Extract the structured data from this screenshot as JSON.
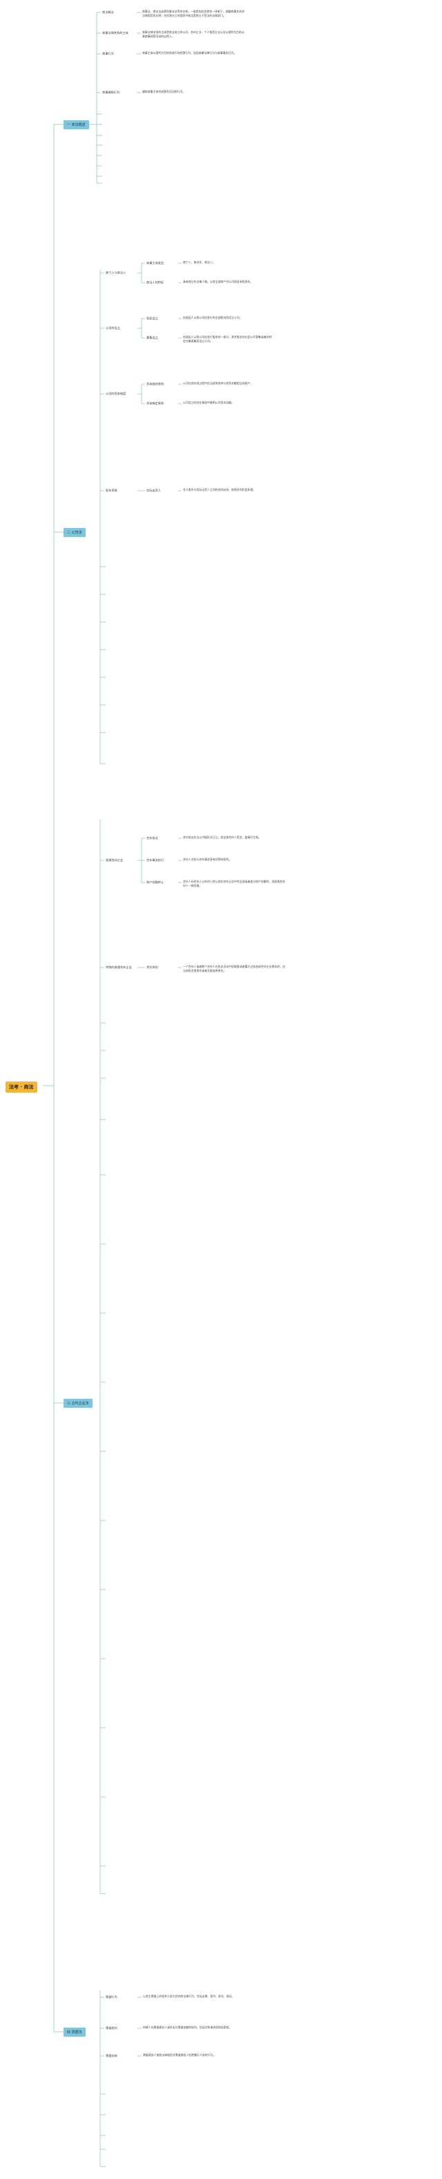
{
  "root": {
    "title": "法考 · 商法",
    "colors": {
      "fill": "#f4b53b",
      "line": "#6fb6a7"
    }
  },
  "chapters": [
    {
      "label": "一 商法概述",
      "color": "#7ec5dd"
    },
    {
      "label": "二 公司法",
      "color": "#7ec5dd"
    },
    {
      "label": "三 合伙企业法",
      "color": "#7ec5dd"
    },
    {
      "label": "四 票据法",
      "color": "#7ec5dd"
    }
  ],
  "ch1": {
    "items": [
      {
        "label": "商法概念",
        "text": "商事法、商业法或营利事业法等多名称，一般是指在民商合一体制下，调整商事关系的法律规范的总称；在民商分立的国家中商法是独立于民法的法律部门。"
      },
      {
        "label": "商事法律关系的主体",
        "text": "商事法律关系的主体是依法成立的公司、合伙企业、个人独资企业以及以营利为目的从事商事经营活动的自然人。"
      },
      {
        "label": "商事行为",
        "text": "商事主体以营利为目的所进行的经营行为，包括商事法律行为与商事事实行为。"
      },
      {
        "label": "商事辅助行为",
        "text": "辅助商事主体完成营利活动的行为。"
      }
    ]
  },
  "ch2": {
    "groups": [
      {
        "label": "商个人与商法人",
        "items": [
          {
            "label": "商事主体类型",
            "text": "商个人、商合伙、商法人。"
          },
          {
            "label": "商法人的特征",
            "text": "具有独立的法律人格，以其全部财产对公司债务承担责任。"
          }
        ]
      },
      {
        "label": "公司的设立",
        "items": [
          {
            "label": "发起设立",
            "text": "由发起人认购公司应发行的全部股份而设立公司。"
          },
          {
            "label": "募集设立",
            "text": "由发起人认购公司应发行股份的一部分，其余股份向社会公开募集或者向特定对象募集而设立公司。"
          }
        ]
      },
      {
        "label": "公司的资本制度",
        "items": [
          {
            "label": "资本维持原则",
            "text": "公司在其存续过程中应当经常保持与其资本额相当的财产。"
          },
          {
            "label": "资本确定原则",
            "text": "公司设立时应在章程中载明公司资本总额。"
          }
        ]
      },
      {
        "label": "股东资格",
        "items": [
          {
            "label": "实际出资人",
            "text": "名义股东与实际出资人之间的合同纠纷，依照合同约定处理。"
          }
        ]
      }
    ]
  },
  "ch3": {
    "groups": [
      {
        "label": "普通合伙企业",
        "items": [
          {
            "label": "合伙协议",
            "text": "合伙协议应当以书面形式订立，经全体合伙人签名、盖章后生效。"
          },
          {
            "label": "合伙事务执行",
            "text": "合伙人对执行合伙事务享有同等的权利。"
          },
          {
            "label": "财产份额转让",
            "text": "合伙人向合伙人以外的人转让其在合伙企业中的全部或者部分财产份额时，须经其他合伙人一致同意。"
          }
        ]
      },
      {
        "label": "特殊的普通合伙企业",
        "items": [
          {
            "label": "责任承担",
            "text": "一个合伙人或者数个合伙人在执业活动中因故意或者重大过失造成合伙企业债务的，应当承担无限责任或者无限连带责任。"
          }
        ]
      }
    ]
  },
  "ch4": {
    "items": [
      {
        "label": "票据行为",
        "text": "以发生票据上的权利义务为目的的法律行为，包括出票、背书、承兑、保证。"
      },
      {
        "label": "票据权利",
        "text": "持票人向票据债务人请求支付票据金额的权利，包括付款请求权和追索权。"
      },
      {
        "label": "票据抗辩",
        "text": "票据债务人依照法律规定对票据债权人拒绝履行义务的行为。"
      }
    ]
  }
}
